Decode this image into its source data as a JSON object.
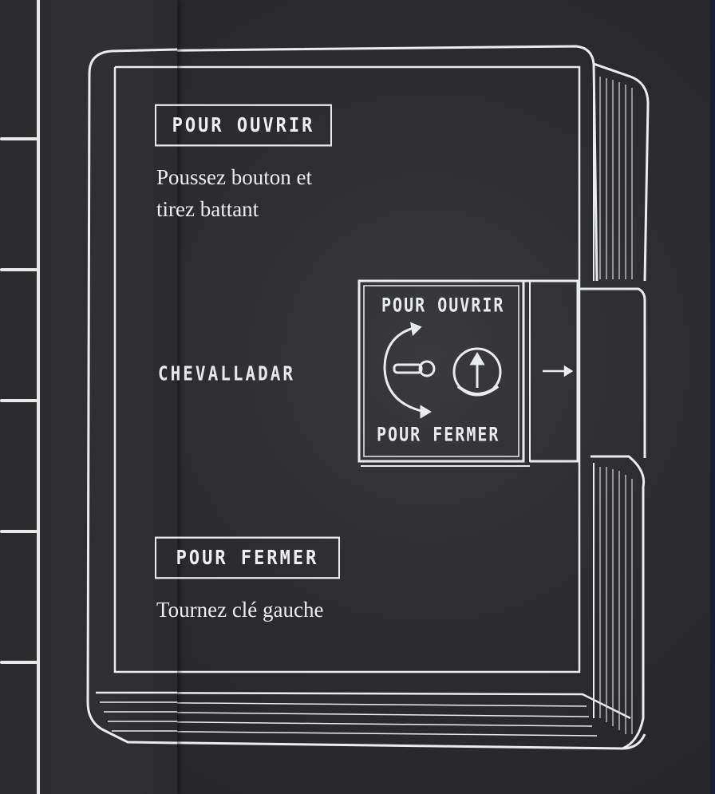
{
  "cover": {
    "open_heading": "POUR OUVRIR",
    "open_instruction_line1": "Poussez bouton et",
    "open_instruction_line2": "tirez battant",
    "brand": "CHEVALLADAR",
    "close_heading": "POUR FERMER",
    "close_instruction": "Tournez clé gauche"
  },
  "lock": {
    "open_label": "POUR OUVRIR",
    "close_label": "POUR FERMER"
  },
  "colors": {
    "cover": "#2c2c2f",
    "ink": "#e9ecef",
    "thread": "#e6e6e6"
  }
}
